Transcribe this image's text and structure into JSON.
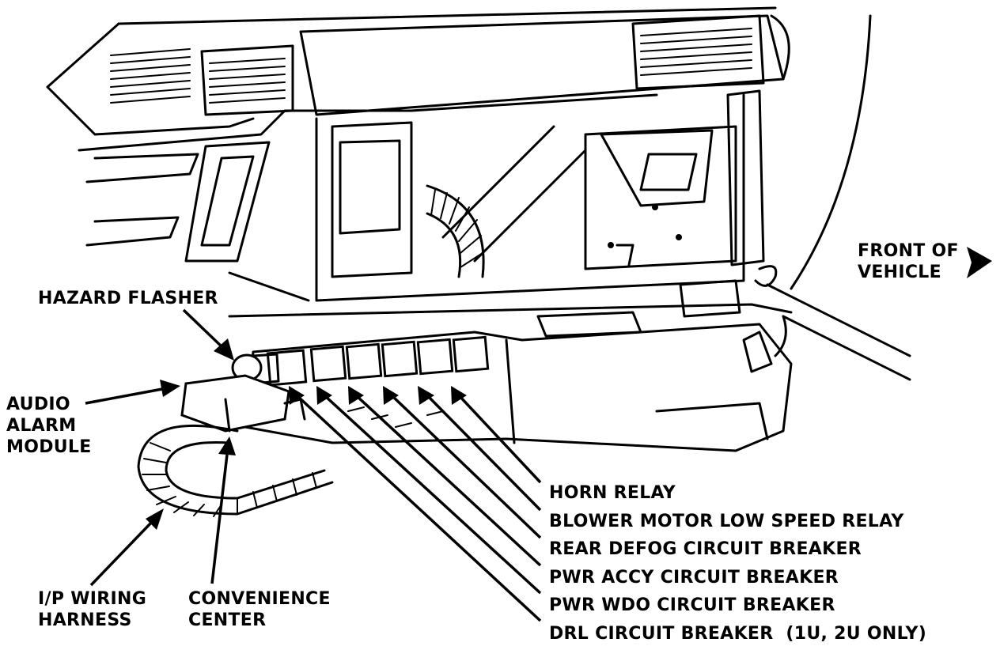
{
  "labels": {
    "hazard_flasher": "HAZARD FLASHER",
    "audio_alarm_module": [
      "AUDIO",
      "ALARM",
      "MODULE"
    ],
    "ip_wiring_harness": [
      "I/P WIRING",
      "HARNESS"
    ],
    "convenience_center": [
      "CONVENIENCE",
      "CENTER"
    ],
    "front_of_vehicle": [
      "FRONT OF",
      "VEHICLE"
    ],
    "components": [
      "HORN RELAY",
      "BLOWER MOTOR LOW SPEED RELAY",
      "REAR DEFOG CIRCUIT BREAKER",
      "PWR ACCY CIRCUIT BREAKER",
      "PWR WDO CIRCUIT BREAKER",
      "DRL CIRCUIT BREAKER  (1U, 2U ONLY)"
    ]
  },
  "colors": {
    "ink": "#000000",
    "background": "#ffffff"
  }
}
